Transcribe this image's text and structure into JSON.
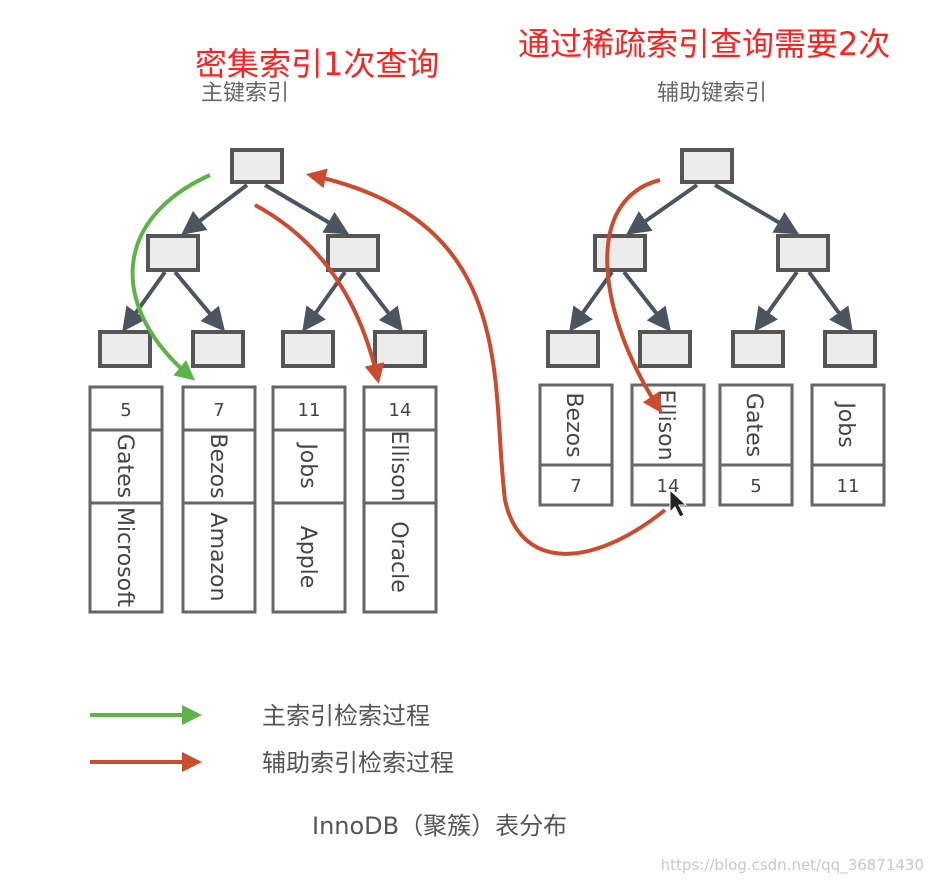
{
  "annotations": {
    "left": "密集索引1次查询",
    "right": "通过稀疏索引查询需要2次"
  },
  "primary_tree": {
    "title": "主键索引",
    "leaves": [
      {
        "id": "5",
        "name": "Gates",
        "company": "Microsoft"
      },
      {
        "id": "7",
        "name": "Bezos",
        "company": "Amazon"
      },
      {
        "id": "11",
        "name": "Jobs",
        "company": "Apple"
      },
      {
        "id": "14",
        "name": "Ellison",
        "company": "Oracle"
      }
    ]
  },
  "secondary_tree": {
    "title": "辅助键索引",
    "leaves": [
      {
        "name": "Bezos",
        "id": "7"
      },
      {
        "name": "Ellison",
        "id": "14"
      },
      {
        "name": "Gates",
        "id": "5"
      },
      {
        "name": "Jobs",
        "id": "11"
      }
    ]
  },
  "legend": {
    "primary": "主索引检索过程",
    "secondary": "辅助索引检索过程"
  },
  "caption": "InnoDB（聚簇）表分布",
  "watermark": "https://blog.csdn.net/qq_36871430",
  "colors": {
    "node_fill": "#ececec",
    "node_stroke": "#555555",
    "edge": "#4a5560",
    "green": "#5cb346",
    "red": "#cc4a2e",
    "annotation": "#ff2020"
  }
}
